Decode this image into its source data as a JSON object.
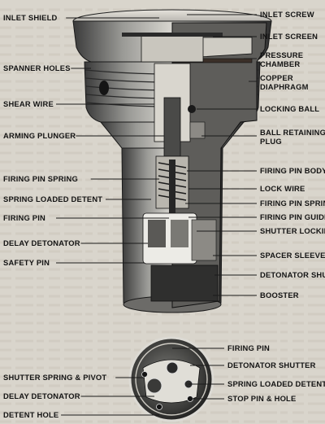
{
  "diagram": {
    "labels_left": [
      "INLET SHIELD",
      "SPANNER HOLES",
      "SHEAR WIRE",
      "ARMING PLUNGER",
      "FIRING PIN SPRING",
      "SPRING LOADED DETENT",
      "FIRING PIN",
      "DELAY DETONATOR",
      "SAFETY PIN"
    ],
    "labels_right": [
      "INLET SCREW",
      "INLET SCREEN",
      "PRESSURE CHAMBER",
      "COPPER DIAPHRAGM",
      "LOCKING BALL",
      "BALL RETAINING PLUG",
      "FIRING PIN BODY",
      "LOCK WIRE",
      "FIRING PIN SPRING",
      "FIRING PIN GUIDE",
      "SHUTTER LOCKING PIN",
      "SPACER SLEEVE",
      "DETONATOR SHUTTER",
      "BOOSTER"
    ],
    "inset_left": [
      "SHUTTER SPRING & PIVOT",
      "DELAY DETONATOR",
      "DETENT HOLE"
    ],
    "inset_right": [
      "FIRING PIN",
      "DETONATOR SHUTTER",
      "SPRING LOADED DETENT",
      "STOP PIN & HOLE"
    ]
  }
}
